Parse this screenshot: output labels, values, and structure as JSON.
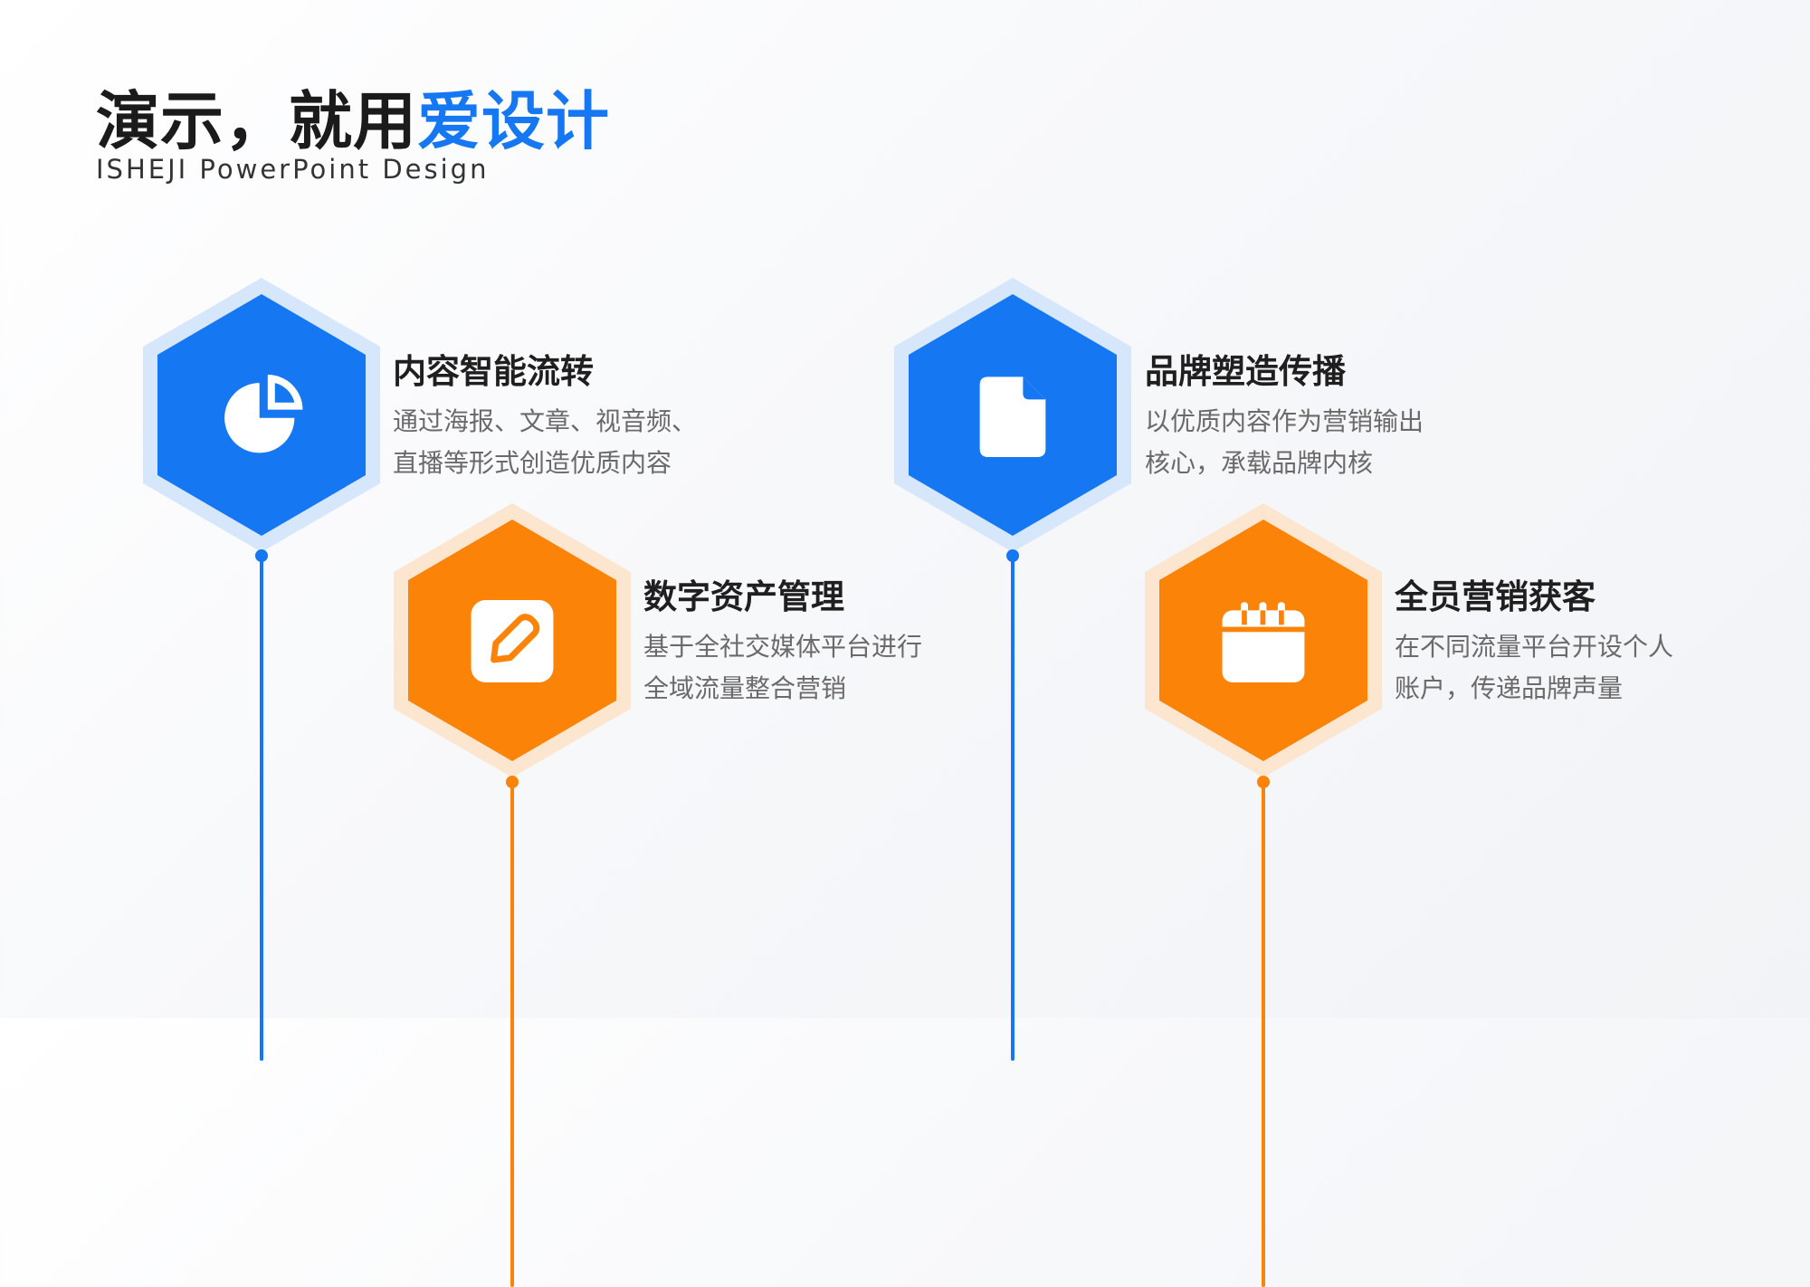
{
  "header": {
    "title_part1": "演示，就用",
    "title_part2": "爱设计",
    "subtitle": "ISHEJI  PowerPoint  Design"
  },
  "colors": {
    "blue": "#1677f2",
    "blue_light": "#d6e6fb",
    "orange": "#fa8308",
    "orange_light": "#fde6cf"
  },
  "items": [
    {
      "title": "内容智能流转",
      "desc_line1": "通过海报、文章、视音频、",
      "desc_line2": "直播等形式创造优质内容",
      "icon": "pie-chart-icon",
      "color": "blue"
    },
    {
      "title": "数字资产管理",
      "desc_line1": "基于全社交媒体平台进行",
      "desc_line2": "全域流量整合营销",
      "icon": "edit-icon",
      "color": "orange"
    },
    {
      "title": "品牌塑造传播",
      "desc_line1": "以优质内容作为营销输出",
      "desc_line2": "核心，承载品牌内核",
      "icon": "document-icon",
      "color": "blue"
    },
    {
      "title": "全员营销获客",
      "desc_line1": "在不同流量平台开设个人",
      "desc_line2": "账户，传递品牌声量",
      "icon": "calendar-icon",
      "color": "orange"
    }
  ]
}
